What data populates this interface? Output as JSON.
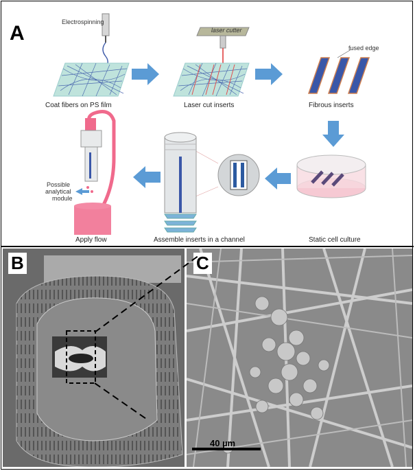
{
  "panels": {
    "a": "A",
    "b": "B",
    "c": "C"
  },
  "labels": {
    "electrospinning": "Electrospinning",
    "laser_cutter": "laser cutter",
    "fused_edge": "fused edge",
    "coat": "Coat fibers on PS film",
    "laser_cut": "Laser cut inserts",
    "fibrous": "Fibrous inserts",
    "static": "Static cell culture",
    "assemble": "Assemble inserts in a channel",
    "apply": "Apply flow",
    "possible_1": "Possible",
    "possible_2": "analytical",
    "possible_3": "module",
    "scale": "40 µm"
  },
  "colors": {
    "arrow": "#5b9bd5",
    "mesh_blue": "#3a57a8",
    "film": "#bfe3dc",
    "fluid": "#f06a8c",
    "sem_bg": "#8a8a8a"
  }
}
